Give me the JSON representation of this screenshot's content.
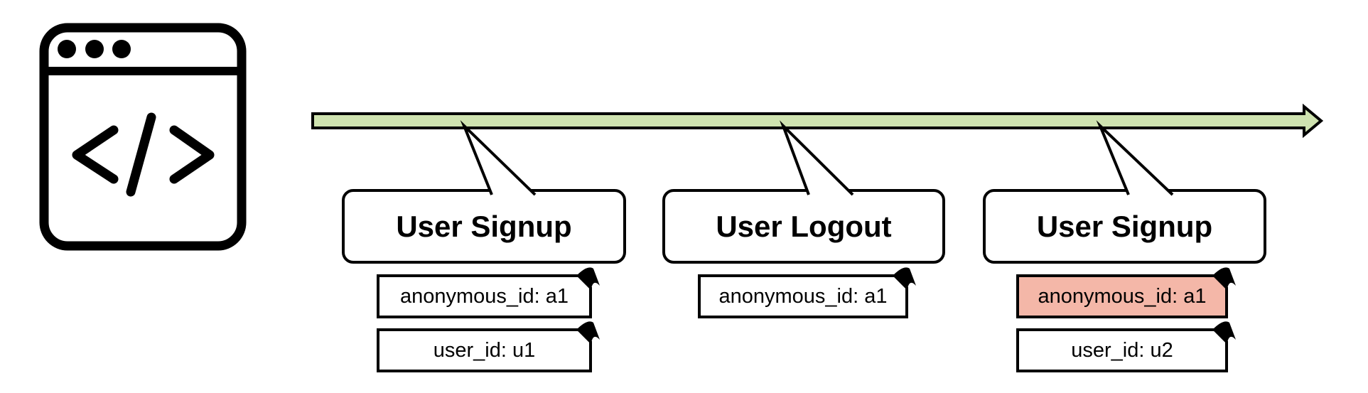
{
  "colors": {
    "background": "#ffffff",
    "stroke": "#000000",
    "timeline_fill": "#cfe3b0",
    "highlight_fill": "#f4b7a8",
    "box_fill": "#ffffff",
    "text": "#000000"
  },
  "icon": {
    "name": "browser-code-window",
    "glyph": "</>"
  },
  "timeline": {
    "shape": "horizontal-arrow",
    "direction": "left-to-right"
  },
  "events": [
    {
      "title": "User Signup",
      "tags": [
        {
          "label": "anonymous_id: a1",
          "highlight": false
        },
        {
          "label": "user_id: u1",
          "highlight": false
        }
      ]
    },
    {
      "title": "User Logout",
      "tags": [
        {
          "label": "anonymous_id: a1",
          "highlight": false
        }
      ]
    },
    {
      "title": "User Signup",
      "tags": [
        {
          "label": "anonymous_id: a1",
          "highlight": true
        },
        {
          "label": "user_id: u2",
          "highlight": false
        }
      ]
    }
  ]
}
